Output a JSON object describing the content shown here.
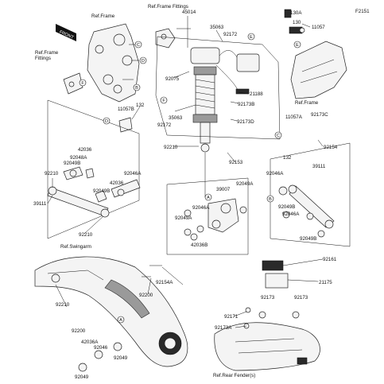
{
  "code": "F2151",
  "front_label": "FRONT",
  "refs": {
    "frame": "Ref.Frame",
    "frame_fittings_left": "Ref.Frame\nFittings",
    "frame_fittings_top": "Ref.Frame Fittings",
    "frame_right": "Ref.Frame",
    "swingarm": "Ref.Swingarm",
    "rear_fender": "Ref.Rear Fender(s)"
  },
  "parts": {
    "p45014": "45014",
    "p35063a": "35063",
    "p92172a": "92172",
    "p92075": "92075",
    "p35063b": "35063",
    "p92172b": "92172",
    "p21188": "21188",
    "p92173b": "92173B",
    "p92173d": "92173D",
    "p92210a": "92210",
    "p92153": "92153",
    "p130a": "130A",
    "p130": "130",
    "p11057": "11057",
    "p11057a": "11057A",
    "p92173c": "92173C",
    "p92154": "92154",
    "p132a": "132",
    "p11057b": "11057B",
    "p132b": "132",
    "p42036a": "42036",
    "p92048a_a": "92048A",
    "p92049b_a": "92049B",
    "p92210b": "92210",
    "p92046a_a": "92046A",
    "p42036b": "42036",
    "p92049b_b": "92049B",
    "p39111a": "39111",
    "p92210c": "92210",
    "p39007": "39007",
    "p92049a_a": "92049A",
    "p92046a_b": "92046A",
    "p92049a_b": "92049A",
    "p42036b2": "42036B",
    "p39111b": "39111",
    "p92046a_c": "92046A",
    "p92049b_c": "92049B",
    "p92046a_d": "92046A",
    "p92049b_d": "92049B",
    "p92154a": "92154A",
    "p92200a": "92200",
    "p92210d": "92210",
    "p92200b": "92200",
    "p42036a2": "42036A",
    "p92046": "92046",
    "p92049a": "92049",
    "p92049b": "92049",
    "p92161": "92161",
    "p21175": "21175",
    "p92173a": "92173",
    "p92173b2": "92173",
    "p92171": "92171",
    "p92173a2": "92173A"
  },
  "callouts": [
    "A",
    "B",
    "C",
    "D",
    "E",
    "F"
  ]
}
